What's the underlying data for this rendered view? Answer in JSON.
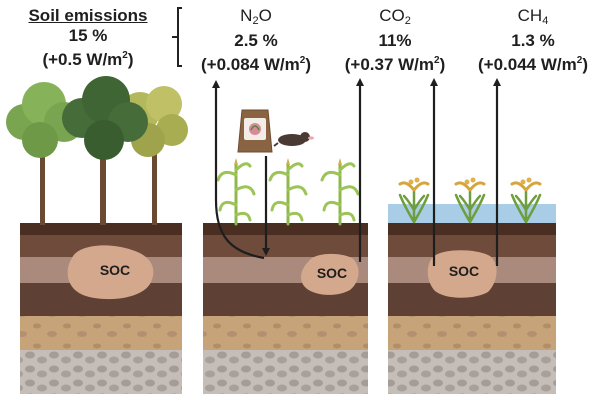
{
  "headers": {
    "soil": {
      "title": "Soil emissions",
      "percent": "15 %",
      "forcing": "(+0.5 W/m",
      "forcing_sup": "2",
      "forcing_end": ")"
    },
    "n2o": {
      "gas": "N",
      "gas_sub": "2",
      "gas_end": "O",
      "percent": "2.5 %",
      "forcing": "(+0.084 W/m",
      "forcing_sup": "2",
      "forcing_end": ")"
    },
    "co2": {
      "gas": "CO",
      "gas_sub": "2",
      "gas_end": "",
      "percent": "11%",
      "forcing": "(+0.37 W/m",
      "forcing_sup": "2",
      "forcing_end": ")"
    },
    "ch4": {
      "gas": "CH",
      "gas_sub": "4",
      "gas_end": "",
      "percent": "1.3 %",
      "forcing": "(+0.044 W/m",
      "forcing_sup": "2",
      "forcing_end": ")"
    }
  },
  "soc_labels": {
    "forest": "SOC",
    "crop": "SOC",
    "rice": "SOC"
  },
  "colors": {
    "topsoil": "#5a3a2a",
    "layer2": "#7a5544",
    "band": "#a98a7c",
    "layer4": "#5e4034",
    "subsoil": "#c7a37a",
    "gravel": "#b9b1ad",
    "soc_blob": "#d4a88c",
    "water": "#a9cde6",
    "arrow": "#1e1e1e"
  },
  "icons": [
    "tree-icon",
    "fertilizer-bag-icon",
    "mole-icon",
    "maize-plant-icon",
    "rice-plant-icon"
  ]
}
